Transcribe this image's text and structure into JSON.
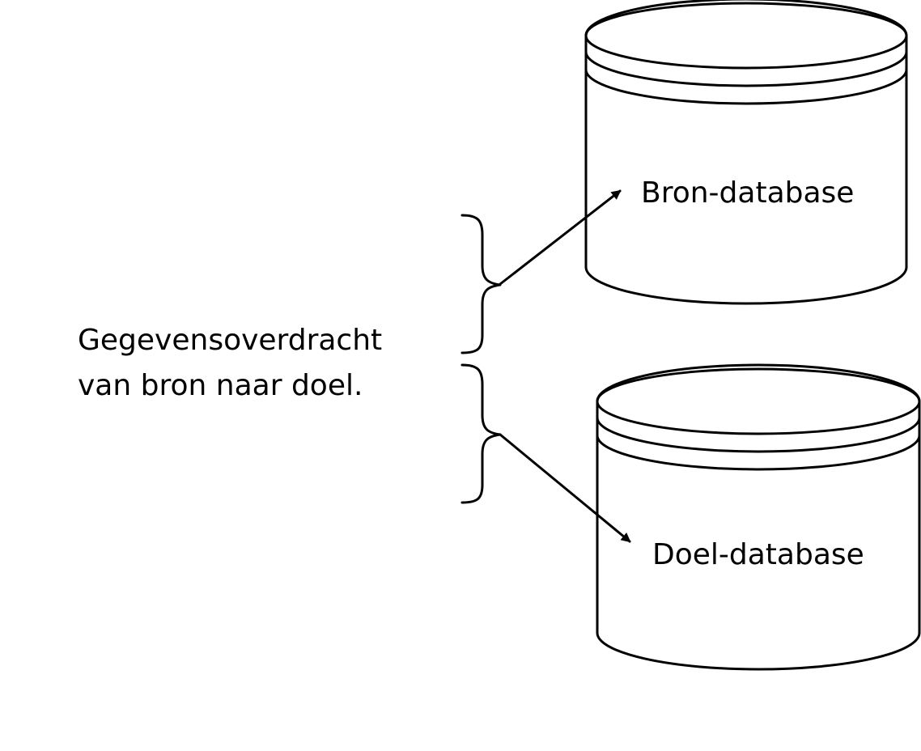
{
  "diagram": {
    "description_text": {
      "line1": "Gegevensoverdracht",
      "line2": "van bron naar doel."
    },
    "source_db": {
      "label": "Bron-database"
    },
    "target_db": {
      "label": "Doel-database"
    },
    "colors": {
      "stroke": "#000000",
      "background": "#ffffff"
    }
  }
}
